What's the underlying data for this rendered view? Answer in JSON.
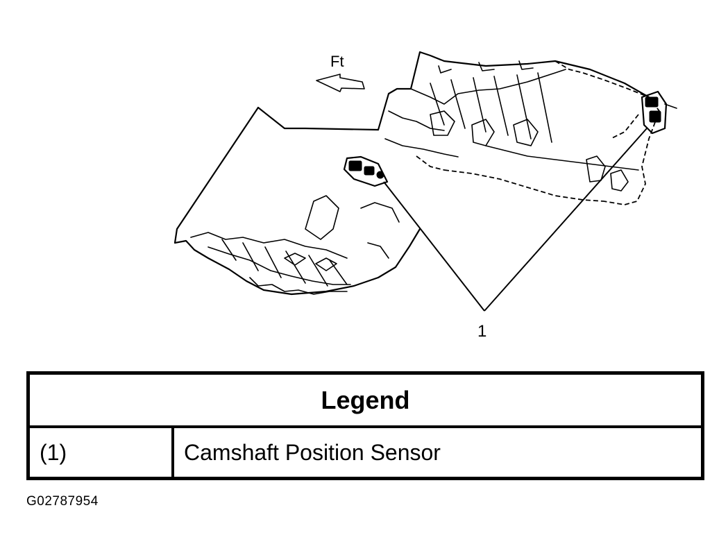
{
  "diagram": {
    "front_marker": "Ft",
    "callout_number": "1",
    "figure_id": "G02787954"
  },
  "legend": {
    "title": "Legend",
    "rows": [
      {
        "key": "(1)",
        "description": "Camshaft Position Sensor"
      }
    ]
  }
}
